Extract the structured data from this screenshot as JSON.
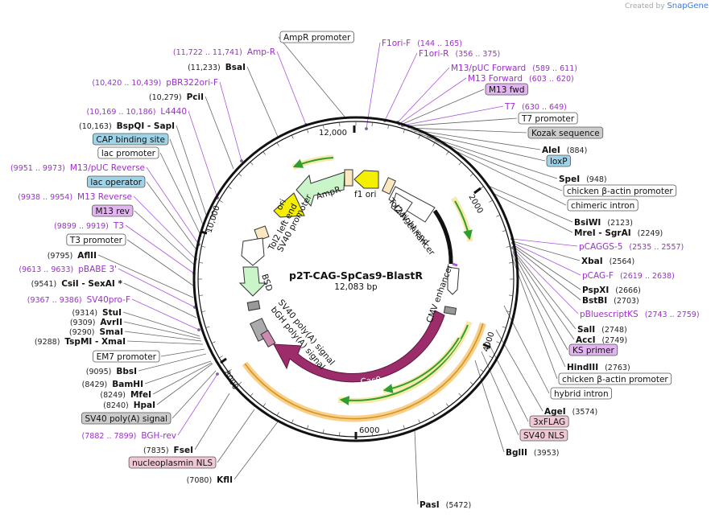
{
  "brand": {
    "prefix": "Created by",
    "name": "SnapGene"
  },
  "plasmid": {
    "name": "p2T-CAG-SpCas9-BlastR",
    "size_label": "12,083 bp"
  },
  "ticks": [
    {
      "label": "2000"
    },
    {
      "label": "4000"
    },
    {
      "label": "6000"
    },
    {
      "label": "8000"
    },
    {
      "label": "10,000"
    },
    {
      "label": "12,000"
    }
  ],
  "features": [
    {
      "name": "CMV enhancer",
      "color": "#ffffff"
    },
    {
      "name": "CMV enhancer",
      "color": "#ffffff"
    },
    {
      "name": "Tol2 right end",
      "color": "#ffffff"
    },
    {
      "name": "f1 ori",
      "color": "#f5f000"
    },
    {
      "name": "AmpR",
      "color": "#c9f5c9"
    },
    {
      "name": "ori",
      "color": "#f5f000"
    },
    {
      "name": "Tol2 left end",
      "color": "#ffffff"
    },
    {
      "name": "SV40 promoter",
      "color": "#ffffff"
    },
    {
      "name": "BSD",
      "color": "#c9f5c9"
    },
    {
      "name": "SV40 poly(A) signal",
      "color": "#cccccc"
    },
    {
      "name": "bGH poly(A) signal",
      "color": "#cccccc"
    },
    {
      "name": "Cas9",
      "color": "#9c2d6a"
    }
  ],
  "labels": [
    {
      "type": "box",
      "text": "AmpR promoter",
      "color": "#ffffff"
    },
    {
      "type": "primer",
      "name": "F1ori-F",
      "range": "(144 .. 165)"
    },
    {
      "type": "primer",
      "name": "F1ori-R",
      "range": "(356 .. 375)"
    },
    {
      "type": "primer",
      "name": "M13/pUC Forward",
      "range": "(589 .. 611)"
    },
    {
      "type": "primer",
      "name": "M13 Forward",
      "range": "(603 .. 620)"
    },
    {
      "type": "box",
      "text": "M13 fwd",
      "color": "#e3b5f0"
    },
    {
      "type": "primer",
      "name": "T7",
      "range": "(630 .. 649)"
    },
    {
      "type": "box",
      "text": "T7 promoter",
      "color": "#ffffff"
    },
    {
      "type": "box",
      "text": "Kozak sequence",
      "color": "#cccccc"
    },
    {
      "type": "site",
      "name": "AleI",
      "pos": "(884)"
    },
    {
      "type": "box",
      "text": "loxP",
      "color": "#9fd4e8"
    },
    {
      "type": "site",
      "name": "SpeI",
      "pos": "(948)"
    },
    {
      "type": "box",
      "text": "chicken β-actin promoter",
      "color": "#ffffff"
    },
    {
      "type": "box",
      "text": "chimeric intron",
      "color": "#ffffff"
    },
    {
      "type": "site",
      "name": "BsiWI",
      "pos": "(2123)"
    },
    {
      "type": "site",
      "name": "MreI - SgrAI",
      "pos": "(2249)"
    },
    {
      "type": "primer",
      "name": "pCAGGS-5",
      "range": "(2535 .. 2557)"
    },
    {
      "type": "site",
      "name": "XbaI",
      "pos": "(2564)"
    },
    {
      "type": "primer",
      "name": "pCAG-F",
      "range": "(2619 .. 2638)"
    },
    {
      "type": "site",
      "name": "PspXI",
      "pos": "(2666)"
    },
    {
      "type": "site",
      "name": "BstBI",
      "pos": "(2703)"
    },
    {
      "type": "primer",
      "name": "pBluescriptKS",
      "range": "(2743 .. 2759)"
    },
    {
      "type": "site",
      "name": "SalI",
      "pos": "(2748)"
    },
    {
      "type": "site",
      "name": "AccI",
      "pos": "(2749)"
    },
    {
      "type": "box",
      "text": "KS primer",
      "color": "#e3b5f0"
    },
    {
      "type": "site",
      "name": "HindIII",
      "pos": "(2763)"
    },
    {
      "type": "box",
      "text": "chicken β-actin promoter",
      "color": "#ffffff"
    },
    {
      "type": "box",
      "text": "hybrid intron",
      "color": "#ffffff"
    },
    {
      "type": "site",
      "name": "AgeI",
      "pos": "(3574)"
    },
    {
      "type": "box",
      "text": "3xFLAG",
      "color": "#f0c8d4"
    },
    {
      "type": "box",
      "text": "SV40 NLS",
      "color": "#f0c8d4"
    },
    {
      "type": "site",
      "name": "BglII",
      "pos": "(3953)"
    },
    {
      "type": "site",
      "name": "PasI",
      "pos": "(5472)"
    },
    {
      "type": "site",
      "name": "KflI",
      "pos": "(7080)"
    },
    {
      "type": "box",
      "text": "nucleoplasmin NLS",
      "color": "#f0c8d4"
    },
    {
      "type": "site",
      "name": "FseI",
      "pos": "(7835)"
    },
    {
      "type": "primer",
      "name": "BGH-rev",
      "range": "(7882 .. 7899)"
    },
    {
      "type": "box",
      "text": "SV40 poly(A) signal",
      "color": "#cccccc"
    },
    {
      "type": "site",
      "name": "HpaI",
      "pos": "(8240)"
    },
    {
      "type": "site",
      "name": "MfeI",
      "pos": "(8249)"
    },
    {
      "type": "site",
      "name": "BamHI",
      "pos": "(8429)"
    },
    {
      "type": "site",
      "name": "BbsI",
      "pos": "(9095)"
    },
    {
      "type": "box",
      "text": "EM7 promoter",
      "color": "#ffffff"
    },
    {
      "type": "site",
      "name": "TspMI - XmaI",
      "pos": "(9288)"
    },
    {
      "type": "site",
      "name": "SmaI",
      "pos": "(9290)"
    },
    {
      "type": "site",
      "name": "AvrII",
      "pos": "(9309)"
    },
    {
      "type": "site",
      "name": "StuI",
      "pos": "(9314)"
    },
    {
      "type": "primer",
      "name": "SV40pro-F",
      "range": "(9367 .. 9386)"
    },
    {
      "type": "site",
      "name": "CsiI - SexAI *",
      "pos": "(9541)"
    },
    {
      "type": "primer",
      "name": "pBABE 3'",
      "range": "(9613 .. 9633)"
    },
    {
      "type": "site",
      "name": "AflII",
      "pos": "(9795)"
    },
    {
      "type": "box",
      "text": "T3 promoter",
      "color": "#ffffff"
    },
    {
      "type": "primer",
      "name": "T3",
      "range": "(9899 .. 9919)"
    },
    {
      "type": "box",
      "text": "M13 rev",
      "color": "#e3b5f0"
    },
    {
      "type": "primer",
      "name": "M13 Reverse",
      "range": "(9938 .. 9954)"
    },
    {
      "type": "box",
      "text": "lac operator",
      "color": "#9fd4e8"
    },
    {
      "type": "primer",
      "name": "M13/pUC Reverse",
      "range": "(9951 .. 9973)"
    },
    {
      "type": "box",
      "text": "lac promoter",
      "color": "#ffffff"
    },
    {
      "type": "box",
      "text": "CAP binding site",
      "color": "#9fd4e8"
    },
    {
      "type": "site",
      "name": "BspQI - SapI",
      "pos": "(10,163)"
    },
    {
      "type": "primer",
      "name": "L4440",
      "range": "(10,169 .. 10,186)"
    },
    {
      "type": "site",
      "name": "PciI",
      "pos": "(10,279)"
    },
    {
      "type": "primer",
      "name": "pBR322ori-F",
      "range": "(10,420 .. 10,439)"
    },
    {
      "type": "site",
      "name": "BsaI",
      "pos": "(11,233)"
    },
    {
      "type": "primer",
      "name": "Amp-R",
      "range": "(11,722 .. 11,741)"
    }
  ]
}
